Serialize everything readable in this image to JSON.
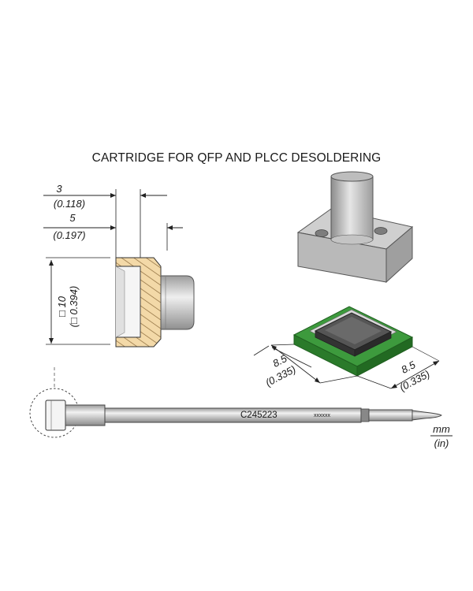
{
  "title": "CARTRIDGE FOR QFP AND PLCC DESOLDERING",
  "dimensions": {
    "depth_mm": "3",
    "depth_in": "(0.118)",
    "length_mm": "5",
    "length_in": "(0.197)",
    "square_mm": "□ 10",
    "square_in": "(□ 0.394)",
    "package_width_mm": "8.5",
    "package_width_in": "(0.335)",
    "package_depth_mm": "8.5",
    "package_depth_in": "(0.335)"
  },
  "cartridge": {
    "reference": "C245223",
    "mark": "xxxxxx"
  },
  "units": {
    "primary": "mm",
    "secondary": "(in)"
  },
  "colors": {
    "hatch_fill": "#f3d9a8",
    "pcb_green": "#2f8f2f",
    "chip_dark": "#3b3b3b",
    "metal": "#d4d4d4"
  }
}
